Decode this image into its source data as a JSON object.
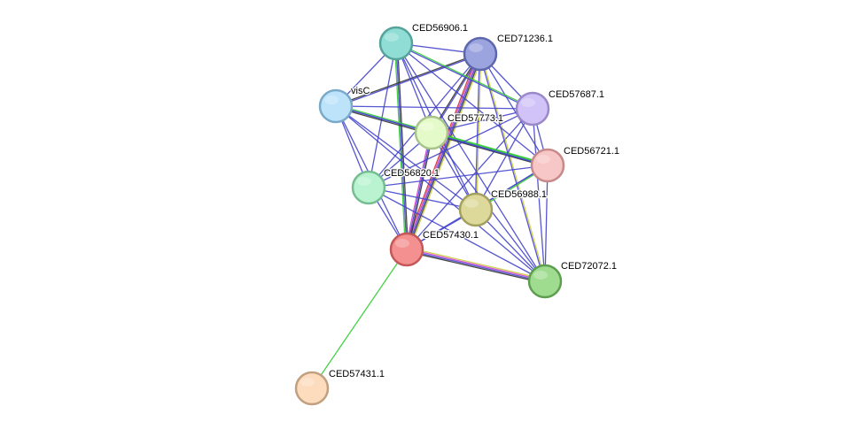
{
  "nodes": [
    {
      "id": "CED56906.1",
      "label": "CED56906.1",
      "fill": "#8fddd4",
      "stroke": "#56a39b"
    },
    {
      "id": "CED71236.1",
      "label": "CED71236.1",
      "fill": "#9ba4df",
      "stroke": "#5c67ad"
    },
    {
      "id": "visC",
      "label": "visC",
      "fill": "#bde3fb",
      "stroke": "#7aa9c9"
    },
    {
      "id": "CED57687.1",
      "label": "CED57687.1",
      "fill": "#d1c3f7",
      "stroke": "#9a88c9"
    },
    {
      "id": "CED57773.1",
      "label": "CED57773.1",
      "fill": "#e4fbc9",
      "stroke": "#a9c38c"
    },
    {
      "id": "CED56721.1",
      "label": "CED56721.1",
      "fill": "#f7c6c6",
      "stroke": "#c68a8a"
    },
    {
      "id": "CED56820.1",
      "label": "CED56820.1",
      "fill": "#b9f3cf",
      "stroke": "#77bd92"
    },
    {
      "id": "CED56988.1",
      "label": "CED56988.1",
      "fill": "#dcd99a",
      "stroke": "#a4a160"
    },
    {
      "id": "CED57430.1",
      "label": "CED57430.1",
      "fill": "#f49090",
      "stroke": "#c45757"
    },
    {
      "id": "CED72072.1",
      "label": "CED72072.1",
      "fill": "#9fdc90",
      "stroke": "#5d9f4f"
    },
    {
      "id": "CED57431.1",
      "label": "CED57431.1",
      "fill": "#fcdcbc",
      "stroke": "#c0a080"
    }
  ],
  "edges": [
    {
      "source": "CED57430.1",
      "target": "CED57431.1",
      "colors": [
        "#33cc33"
      ]
    },
    {
      "source": "CED57430.1",
      "target": "CED72072.1",
      "colors": [
        "#cccc44",
        "#cc44cc",
        "#4444cc",
        "#333333"
      ]
    },
    {
      "source": "CED57430.1",
      "target": "CED71236.1",
      "colors": [
        "#cc3333",
        "#cc44cc",
        "#4444cc",
        "#333333",
        "#cccc44"
      ]
    },
    {
      "source": "CED57430.1",
      "target": "CED57773.1",
      "colors": [
        "#cc44cc",
        "#4444cc",
        "#333333"
      ]
    },
    {
      "source": "CED57430.1",
      "target": "CED56906.1",
      "colors": [
        "#33cc33",
        "#4444cc",
        "#333333"
      ]
    },
    {
      "source": "CED57430.1",
      "target": "CED56988.1",
      "colors": [
        "#4444cc"
      ]
    },
    {
      "source": "CED57430.1",
      "target": "CED56820.1",
      "colors": [
        "#4444cc"
      ]
    },
    {
      "source": "CED57430.1",
      "target": "visC",
      "colors": [
        "#4444cc"
      ]
    },
    {
      "source": "CED57430.1",
      "target": "CED57687.1",
      "colors": [
        "#4444cc"
      ]
    },
    {
      "source": "CED57430.1",
      "target": "CED56721.1",
      "colors": [
        "#4444cc"
      ]
    },
    {
      "source": "CED71236.1",
      "target": "CED72072.1",
      "colors": [
        "#cccc44",
        "#4444cc"
      ]
    },
    {
      "source": "CED71236.1",
      "target": "CED56988.1",
      "colors": [
        "#cccc44",
        "#4444cc"
      ]
    },
    {
      "source": "CED71236.1",
      "target": "CED57773.1",
      "colors": [
        "#4444cc",
        "#333333"
      ]
    },
    {
      "source": "CED71236.1",
      "target": "visC",
      "colors": [
        "#4444cc",
        "#333333"
      ]
    },
    {
      "source": "CED71236.1",
      "target": "CED56906.1",
      "colors": [
        "#4444cc"
      ]
    },
    {
      "source": "CED71236.1",
      "target": "CED57687.1",
      "colors": [
        "#4444cc"
      ]
    },
    {
      "source": "CED71236.1",
      "target": "CED56721.1",
      "colors": [
        "#4444cc"
      ]
    },
    {
      "source": "CED71236.1",
      "target": "CED56820.1",
      "colors": [
        "#4444cc"
      ]
    },
    {
      "source": "CED56906.1",
      "target": "CED57687.1",
      "colors": [
        "#33cc33",
        "#4444cc"
      ]
    },
    {
      "source": "CED56906.1",
      "target": "visC",
      "colors": [
        "#4444cc"
      ]
    },
    {
      "source": "CED56906.1",
      "target": "CED57773.1",
      "colors": [
        "#4444cc"
      ]
    },
    {
      "source": "CED56906.1",
      "target": "CED56721.1",
      "colors": [
        "#4444cc"
      ]
    },
    {
      "source": "CED56906.1",
      "target": "CED56820.1",
      "colors": [
        "#4444cc"
      ]
    },
    {
      "source": "CED56906.1",
      "target": "CED56988.1",
      "colors": [
        "#4444cc"
      ]
    },
    {
      "source": "CED56906.1",
      "target": "CED72072.1",
      "colors": [
        "#4444cc"
      ]
    },
    {
      "source": "visC",
      "target": "CED57773.1",
      "colors": [
        "#4444cc"
      ]
    },
    {
      "source": "visC",
      "target": "CED56721.1",
      "colors": [
        "#33cc33",
        "#4444cc",
        "#333333"
      ]
    },
    {
      "source": "visC",
      "target": "CED56820.1",
      "colors": [
        "#4444cc"
      ]
    },
    {
      "source": "visC",
      "target": "CED57687.1",
      "colors": [
        "#4444cc"
      ]
    },
    {
      "source": "visC",
      "target": "CED56988.1",
      "colors": [
        "#4444cc"
      ]
    },
    {
      "source": "visC",
      "target": "CED72072.1",
      "colors": [
        "#4444cc"
      ]
    },
    {
      "source": "CED57773.1",
      "target": "CED56721.1",
      "colors": [
        "#33cc33",
        "#4444cc"
      ]
    },
    {
      "source": "CED57773.1",
      "target": "CED57687.1",
      "colors": [
        "#4444cc"
      ]
    },
    {
      "source": "CED57773.1",
      "target": "CED56820.1",
      "colors": [
        "#4444cc"
      ]
    },
    {
      "source": "CED57773.1",
      "target": "CED56988.1",
      "colors": [
        "#4444cc"
      ]
    },
    {
      "source": "CED57773.1",
      "target": "CED72072.1",
      "colors": [
        "#4444cc"
      ]
    },
    {
      "source": "CED57687.1",
      "target": "CED56721.1",
      "colors": [
        "#4444cc"
      ]
    },
    {
      "source": "CED57687.1",
      "target": "CED56820.1",
      "colors": [
        "#4444cc"
      ]
    },
    {
      "source": "CED57687.1",
      "target": "CED56988.1",
      "colors": [
        "#4444cc"
      ]
    },
    {
      "source": "CED57687.1",
      "target": "CED72072.1",
      "colors": [
        "#4444cc"
      ]
    },
    {
      "source": "CED56721.1",
      "target": "CED56820.1",
      "colors": [
        "#4444cc"
      ]
    },
    {
      "source": "CED56721.1",
      "target": "CED56988.1",
      "colors": [
        "#33cc33",
        "#4444cc"
      ]
    },
    {
      "source": "CED56721.1",
      "target": "CED72072.1",
      "colors": [
        "#4444cc"
      ]
    },
    {
      "source": "CED56820.1",
      "target": "CED56988.1",
      "colors": [
        "#4444cc"
      ]
    },
    {
      "source": "CED56820.1",
      "target": "CED72072.1",
      "colors": [
        "#4444cc"
      ]
    },
    {
      "source": "CED56988.1",
      "target": "CED72072.1",
      "colors": [
        "#4444cc"
      ]
    }
  ]
}
